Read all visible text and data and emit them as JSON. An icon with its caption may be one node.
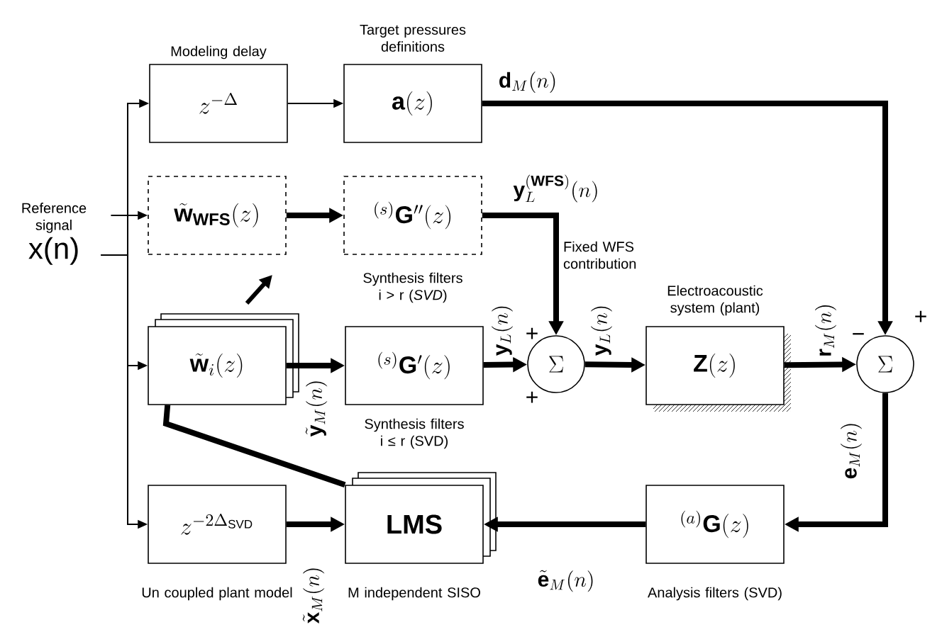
{
  "diagram": {
    "nodes": [
      {
        "text": [
          "Reference signal",
          "x(n)"
        ]
      },
      {
        "text": [
          "z^{-\\Delta}"
        ],
        "beside": [
          "Modeling delay"
        ]
      },
      {
        "text": [
          "\\mathbf{a}(z)"
        ],
        "beside": [
          "Target pressures definitions"
        ]
      },
      {
        "text": [
          "\\tilde{\\mathbf{w}}_{\\mathbf{WFS}}(z)"
        ]
      },
      {
        "text": [
          "{}^{(s)}\\mathbf{G}''(z)"
        ],
        "beside": [
          "Synthesis filters i > r (*SVD*)"
        ]
      },
      {
        "text": [
          "\\tilde{\\mathbf{w}}_{i}(z)"
        ]
      },
      {
        "text": [
          "{}^{(s)}\\mathbf{G}'(z)"
        ],
        "beside": [
          "Synthesis filters i ≤ r (SVD)"
        ]
      },
      {
        "text": [
          "\\Sigma"
        ]
      },
      {
        "text": [
          "\\mathbf{Z}(z)"
        ],
        "beside": [
          "Electroacoustic system (plant)"
        ]
      },
      {
        "text": [
          "\\Sigma"
        ]
      },
      {
        "text": [
          "z^{-2\\Delta_{\\mathrm{SVD}}}"
        ],
        "beside": [
          "Un coupled plant model"
        ]
      },
      {
        "text": [
          "LMS"
        ],
        "beside": [
          "M independent SISO"
        ]
      },
      {
        "text": [
          "{}^{(a)}\\mathbf{G}(z)"
        ],
        "beside": [
          "Analysis filters (SVD)"
        ]
      }
    ],
    "edges": [
      {
        "from": 0,
        "to": 1,
        "arrow": "to"
      },
      {
        "from": 0,
        "to": 3,
        "arrow": "to"
      },
      {
        "from": 0,
        "to": 5,
        "arrow": "to"
      },
      {
        "from": 0,
        "to": 10,
        "arrow": "to"
      },
      {
        "from": 1,
        "to": 2,
        "arrow": "to"
      },
      {
        "from": 2,
        "to": 9,
        "arrow": "to",
        "label": "\\mathbf{d}_M(n)"
      },
      {
        "from": 3,
        "to": 4,
        "arrow": "to"
      },
      {
        "from": 4,
        "to": 7,
        "arrow": "to",
        "label": "\\mathbf{y}_L^{(\\mathbf{WFS})}(n)"
      },
      {
        "from": 5,
        "to": 6,
        "arrow": "to",
        "label": "\\tilde{\\mathbf{y}}_M(n)"
      },
      {
        "from": 6,
        "to": 7,
        "arrow": "to",
        "label": "\\mathbf{y}_L(n)"
      },
      {
        "from": 7,
        "to": 8,
        "arrow": "to",
        "label": "\\mathbf{y}_L(n)"
      },
      {
        "from": 8,
        "to": 9,
        "arrow": "to",
        "label": "\\mathbf{r}_M(n)"
      },
      {
        "from": 9,
        "to": 12,
        "arrow": "to",
        "label": "\\mathbf{e}_M(n)"
      },
      {
        "from": 12,
        "to": 11,
        "arrow": "to",
        "label": "\\tilde{\\mathbf{e}}_M(n)"
      },
      {
        "from": 10,
        "to": 11,
        "arrow": "to",
        "label": "\\tilde{\\mathbf{x}}_M(n)"
      },
      {
        "from": 11,
        "to": 5,
        "arrow": "none"
      }
    ],
    "labels": [
      "Fixed WFS contribution",
      "+",
      "+",
      "−",
      "+"
    ]
  }
}
